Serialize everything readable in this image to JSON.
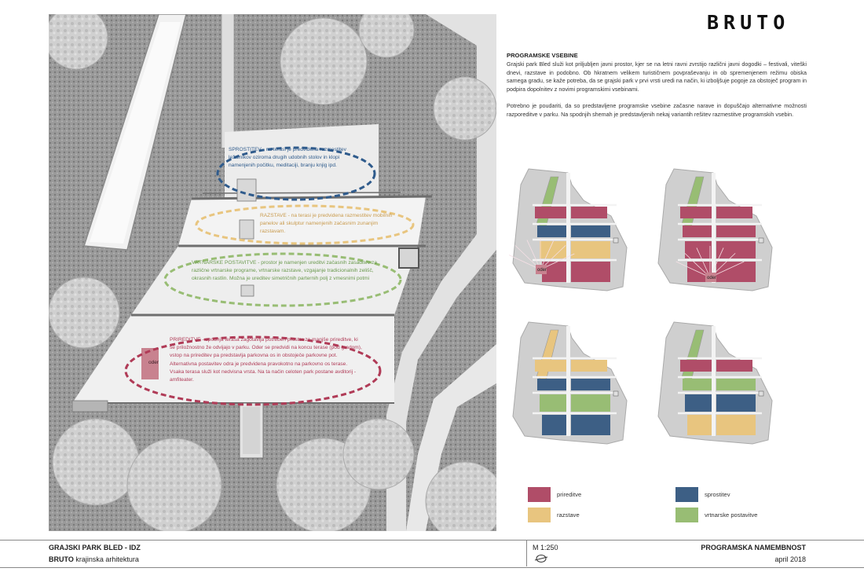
{
  "brand": {
    "logo": "BRUTO"
  },
  "intro": {
    "heading": "PROGRAMSKE VSEBINE",
    "paragraph1": "Grajski park Bled služi kot priljubljen javni prostor, kjer se na letni ravni zvrstijo različni javni dogodki – festivali, viteški dnevi, razstave in podobno. Ob hkratnem velikem turističnem povpraševanju in ob spremenjenem režimu obiska samega gradu, se kaže potreba, da se grajski park v prvi vrsti uredi na način, ki izboljšuje pogoje za obstoječ program in podpira dopolnitev z novimi programskimi vsebinami.",
    "paragraph2": "Potrebno je poudariti, da so predstavljene programske vsebine začasne narave in dopuščajo alternativne možnosti razporeditve v parku. Na spodnjih shemah je predstavljenih nekaj variantih rešitev razmestitve programskih vsebin."
  },
  "plan": {
    "annotations": {
      "sprostitev": "SPROSTITEV - na terasi je predvidena razmestitev ležalnikov oziroma drugih udobnih stolov in klopi namenjenih počitku, meditaciji, branju knjig ipd.",
      "razstave": "RAZSTAVE - na terasi je predvidena razmestitev mobilnih panelov ali skulptur namenjenih začasnim zunanjim razstavam.",
      "vrtnarske": "VRTNARSKE POSTAVITVE - prostor je namenjen ureditvi začasnih zasaditev za različne vrtnarske programe, vrtnarske razstave, vzgajanje tradicionalnih zelišč, okrasnih rastlin. Možna je ureditev simetričnih parternih polj z vmesnimi potmi",
      "prireditve": "PRIREDITVE - spodnja terasa zagotavlja potreben prostor za manjše prireditve, ki se priložnostno že odvijajo v parku. Oder se predvidi na koncu terase (pod gradom), vstop na prireditev pa predstavlja parkovna os in obstoječe parkovne pot. Alternativna postavitev odra je predvidena pravokotno na parkovno os terase. Vsaka terasa služi kot nedvisna vrsta. Na ta način celoten park postane avditorij - amfiteater."
    },
    "stage_label": "oder"
  },
  "variants": {
    "stage_label": "oder",
    "rows": [
      {
        "variant": 1,
        "bands": [
          "garden",
          "prireditve",
          "sprostitev",
          "razstave",
          "prireditve"
        ]
      },
      {
        "variant": 2,
        "bands": [
          "garden",
          "prireditve",
          "prireditve",
          "prireditve",
          "prireditve"
        ]
      },
      {
        "variant": 3,
        "bands": [
          "razstave",
          "razstave",
          "sprostitev",
          "garden",
          "sprostitev"
        ]
      },
      {
        "variant": 4,
        "bands": [
          "garden",
          "prireditve",
          "garden",
          "sprostitev",
          "razstave"
        ]
      }
    ]
  },
  "legend": {
    "prireditve": "prireditve",
    "razstave": "razstave",
    "sprostitev": "sprostitev",
    "vrtnarske": "vrtnarske postavitve"
  },
  "colors": {
    "prireditve": "#b04d68",
    "razstave": "#e8c57f",
    "sprostitev": "#3d5f85",
    "vrtnarske": "#98bd74",
    "stage": "#c8828f"
  },
  "footer": {
    "project": "GRAJSKI PARK BLED - IDZ",
    "office_bold": "BRUTO",
    "office_rest": " krajinska arhitektura",
    "scale": "M 1:250",
    "sheet_title": "PROGRAMSKA NAMEMBNOST",
    "date": "april 2018"
  }
}
